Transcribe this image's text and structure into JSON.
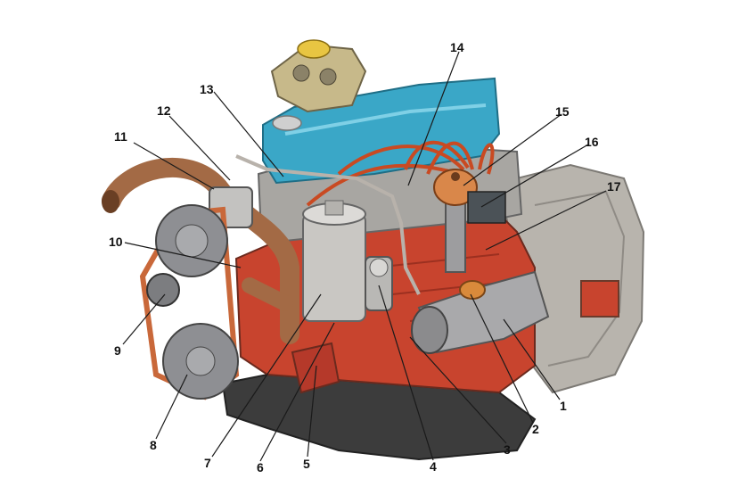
{
  "diagram": {
    "type": "engine-cutaway-illustration",
    "callouts": [
      "1",
      "2",
      "3",
      "4",
      "5",
      "6",
      "7",
      "8",
      "9",
      "10",
      "11",
      "12",
      "13",
      "14",
      "15",
      "16",
      "17"
    ]
  },
  "colors": {
    "background": "#ffffff",
    "block": "#c8442e",
    "valve_cover": "#3aa7c7",
    "sump": "#3c3c3c",
    "bell_housing": "#b8b4ad",
    "filter": "#c9c7c3",
    "wires": "#c94a22",
    "distributor_cap": "#d9874a",
    "pulleys": "#8e8f93",
    "hose": "#a36a45",
    "leader_lines": "#1a1a1a"
  },
  "icons": {
    "carburetor": "carburetor-icon",
    "distributor": "distributor-icon",
    "starter": "starter-motor-icon",
    "oil_filter": "oil-filter-icon",
    "fuel_pump": "fuel-pump-icon",
    "pulley": "pulley-icon"
  }
}
